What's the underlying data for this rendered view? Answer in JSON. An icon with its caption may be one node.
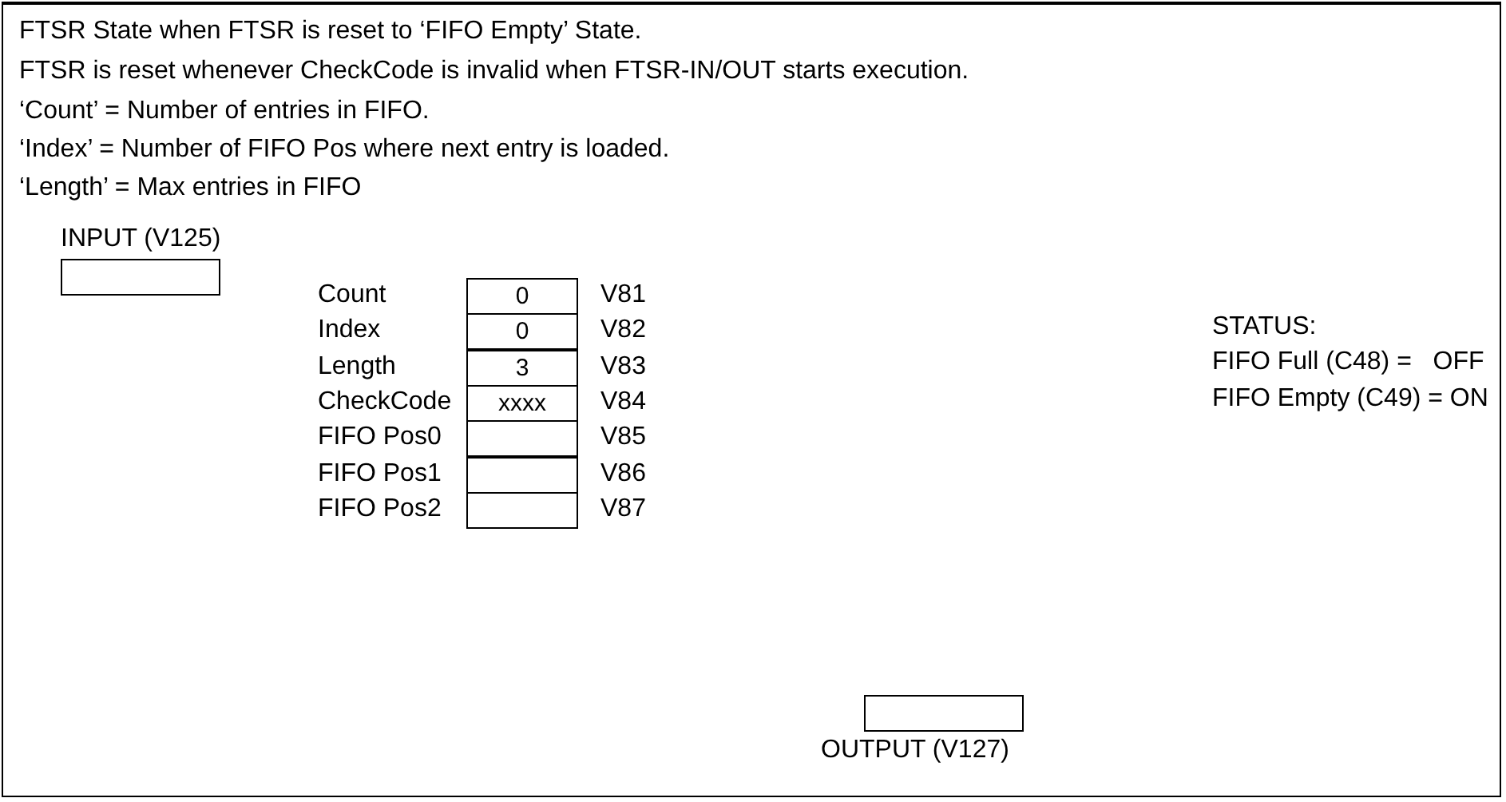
{
  "diagram": {
    "nodes": [
      {
        "text": [
          "INPUT (V125)"
        ]
      },
      {
        "text": [
          "0"
        ],
        "beside": [
          "Count",
          "V81"
        ]
      },
      {
        "text": [
          "0"
        ],
        "beside": [
          "Index",
          "V82"
        ]
      },
      {
        "text": [
          "3"
        ],
        "beside": [
          "Length",
          "V83"
        ]
      },
      {
        "text": [
          "xxxx"
        ],
        "beside": [
          "CheckCode",
          "V84"
        ]
      },
      {
        "text": [],
        "shape": "box",
        "beside": [
          "FIFO Pos0",
          "V85"
        ]
      },
      {
        "text": [],
        "shape": "box",
        "beside": [
          "FIFO Pos1",
          "V86"
        ]
      },
      {
        "text": [],
        "shape": "box",
        "beside": [
          "FIFO Pos2",
          "V87"
        ]
      },
      {
        "text": [
          "OUTPUT (V127)"
        ]
      }
    ],
    "edges": [],
    "labels": [
      "FTSR State when FTSR is reset to ‘FIFO Empty’ State.",
      "FTSR is reset whenever CheckCode is invalid when FTSR-IN/OUT starts execution.",
      "‘Count’ = Number of entries in FIFO.",
      "‘Index’ = Number of FIFO Pos where next entry is loaded.",
      "‘Length’ = Max entries in FIFO",
      "STATUS:",
      "FIFO Full (C48) =   OFF",
      "FIFO Empty (C49) = ON"
    ]
  }
}
